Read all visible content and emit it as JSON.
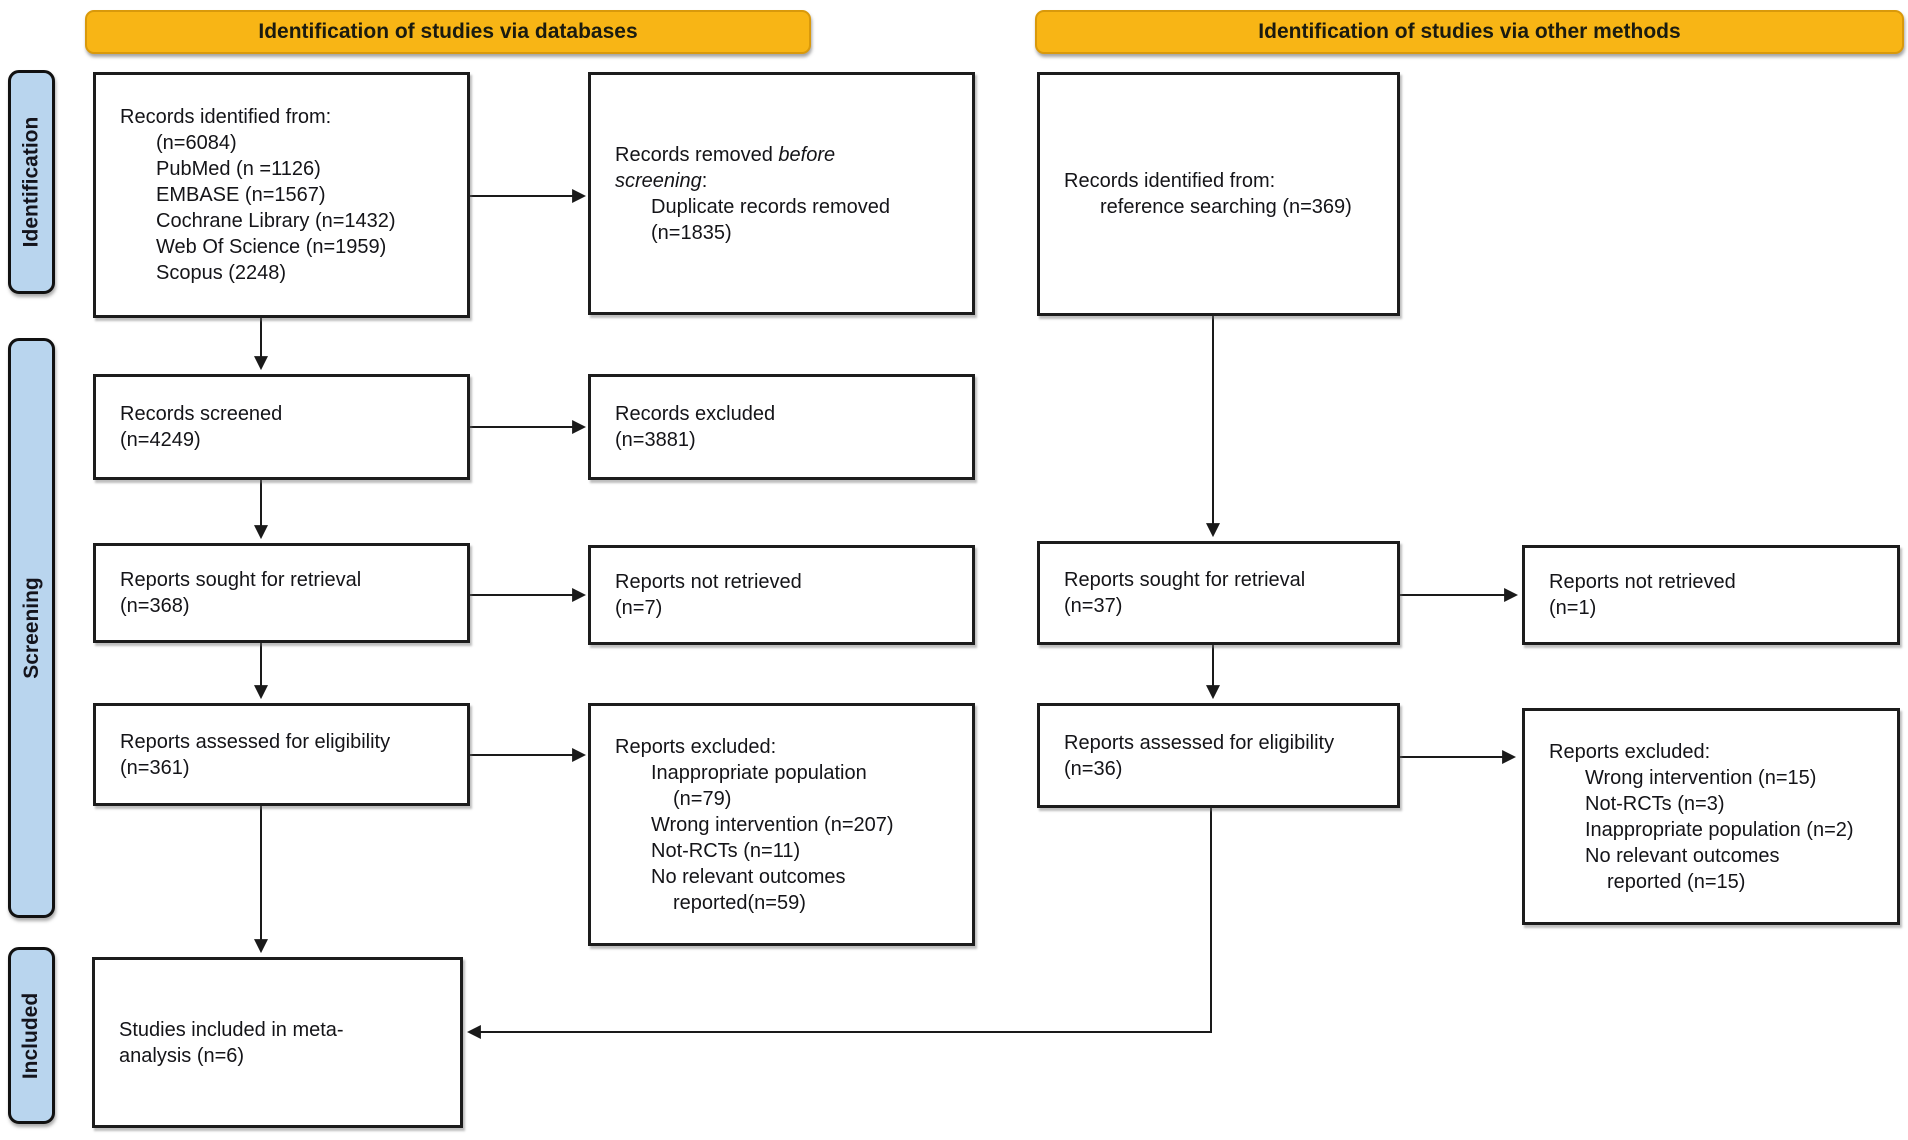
{
  "banners": [
    {
      "label": "Identification of studies via databases"
    },
    {
      "label": "Identification of studies via other methods"
    }
  ],
  "stages": [
    {
      "label": "Identification"
    },
    {
      "label": "Screening"
    },
    {
      "label": "Included"
    }
  ],
  "boxes": {
    "db_identified": {
      "lines": [
        "Records identified from:",
        "(n=6084)",
        "PubMed (n =1126)",
        "EMBASE (n=1567)",
        "Cochrane Library (n=1432)",
        "Web Of Science (n=1959)",
        "Scopus (2248)"
      ]
    },
    "records_removed": {
      "lead1": "Records removed ",
      "lead1_italic": "before",
      "lead2_italic": "screening",
      "lead2_end": ":",
      "lines": [
        "Duplicate records removed",
        "(n=1835)"
      ]
    },
    "other_identified": {
      "lines": [
        "Records identified from:",
        "reference searching (n=369)"
      ]
    },
    "records_screened": {
      "lines": [
        "Records screened",
        "(n=4249)"
      ]
    },
    "records_excluded": {
      "lines": [
        "Records excluded",
        "(n=3881)"
      ]
    },
    "db_sought": {
      "lines": [
        "Reports sought for retrieval",
        "(n=368)"
      ]
    },
    "db_not_retrieved": {
      "lines": [
        "Reports not retrieved",
        "(n=7)"
      ]
    },
    "db_assessed": {
      "lines": [
        "Reports assessed for eligibility",
        "(n=361)"
      ]
    },
    "db_excluded": {
      "lines": [
        "Reports excluded:",
        "Inappropriate population",
        "(n=79)",
        "Wrong intervention (n=207)",
        "Not-RCTs (n=11)",
        "No relevant outcomes",
        "reported(n=59)"
      ]
    },
    "other_sought": {
      "lines": [
        "Reports sought for retrieval",
        "(n=37)"
      ]
    },
    "other_not_retrieved": {
      "lines": [
        "Reports not retrieved",
        "(n=1)"
      ]
    },
    "other_assessed": {
      "lines": [
        "Reports assessed for eligibility",
        "(n=36)"
      ]
    },
    "other_excluded": {
      "lines": [
        "Reports excluded:",
        "Wrong intervention (n=15)",
        "Not-RCTs (n=3)",
        "Inappropriate population (n=2)",
        "No relevant outcomes",
        "reported (n=15)"
      ]
    },
    "included": {
      "lines": [
        "Studies included in meta-",
        "analysis (n=6)"
      ]
    }
  },
  "colors": {
    "banner_fill": "#F8B515",
    "banner_border": "#D9990B",
    "stage_fill": "#B9D5EE",
    "stage_border": "#111111",
    "box_border": "#1C1C1C",
    "arrow": "#1A1A1A"
  }
}
